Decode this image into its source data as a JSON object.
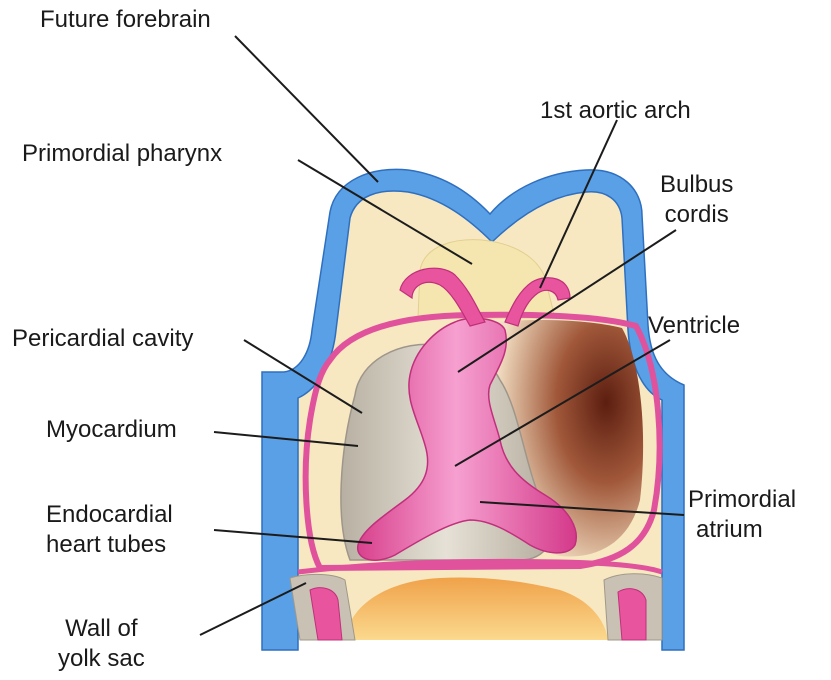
{
  "labels": {
    "future_forebrain": "Future forebrain",
    "first_aortic_arch": "1st aortic arch",
    "primordial_pharynx": "Primordial pharynx",
    "bulbus_cordis_line1": "Bulbus",
    "bulbus_cordis_line2": "cordis",
    "pericardial_cavity": "Pericardial cavity",
    "ventricle": "Ventricle",
    "myocardium": "Myocardium",
    "primordial_atrium_line1": "Primordial",
    "primordial_atrium_line2": "atrium",
    "endocardial_line1": "Endocardial",
    "endocardial_line2": "heart tubes",
    "yolk_wall_line1": "Wall of",
    "yolk_wall_line2": "yolk sac"
  },
  "colors": {
    "ectoderm_blue": "#5aa0e6",
    "mesoderm_pink": "#e0529c",
    "endocardium_pink": "#f08cc4",
    "cream": "#f7e8c2",
    "myocardium_gray": "#c9c2b4",
    "cavity_brown": "#8a3a24",
    "yolk_orange": "#f3b85a"
  }
}
